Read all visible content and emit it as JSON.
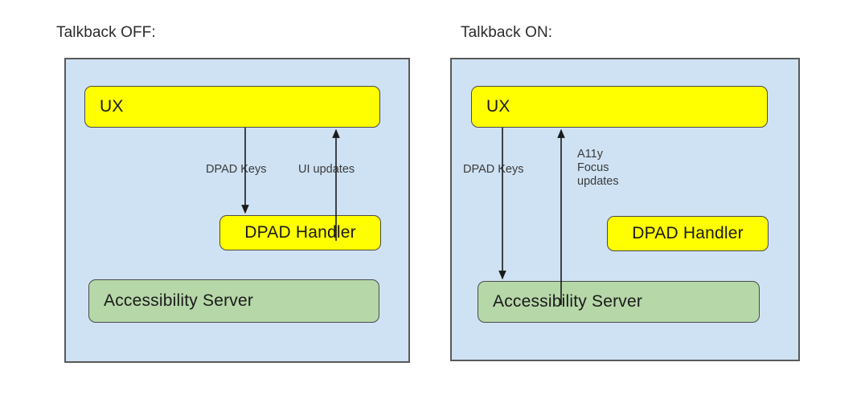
{
  "diagram": {
    "title_left": "Talkback OFF:",
    "title_right": "Talkback ON:",
    "colors": {
      "panel_background": "#cfe2f3",
      "panel_border": "#595959",
      "node_yellow": "#ffff00",
      "node_green": "#b6d7a8",
      "node_border": "#4a4a4a",
      "arrow": "#1a1a1a",
      "label_text": "#3a3a3a",
      "page_background": "#ffffff"
    },
    "panels": [
      {
        "id": "talkback-off",
        "title": "Talkback OFF:",
        "nodes": [
          {
            "id": "ux",
            "label": "UX",
            "fill": "yellow"
          },
          {
            "id": "dpad-handler",
            "label": "DPAD Handler",
            "fill": "yellow"
          },
          {
            "id": "accessibility-server",
            "label": "Accessibility Server",
            "fill": "green"
          }
        ],
        "edges": [
          {
            "id": "dpad-keys",
            "label": "DPAD Keys",
            "from": "ux",
            "to": "dpad-handler",
            "direction": "down"
          },
          {
            "id": "ui-updates",
            "label": "UI updates",
            "from": "dpad-handler",
            "to": "ux",
            "direction": "up"
          }
        ]
      },
      {
        "id": "talkback-on",
        "title": "Talkback ON:",
        "nodes": [
          {
            "id": "ux",
            "label": "UX",
            "fill": "yellow"
          },
          {
            "id": "dpad-handler",
            "label": "DPAD Handler",
            "fill": "yellow"
          },
          {
            "id": "accessibility-server",
            "label": "Accessibility Server",
            "fill": "green"
          }
        ],
        "edges": [
          {
            "id": "dpad-keys",
            "label": "DPAD Keys",
            "from": "ux",
            "to": "accessibility-server",
            "direction": "down"
          },
          {
            "id": "a11y-focus-updates",
            "label": "A11y\nFocus\nupdates",
            "from": "accessibility-server",
            "to": "ux",
            "direction": "up"
          }
        ]
      }
    ]
  }
}
